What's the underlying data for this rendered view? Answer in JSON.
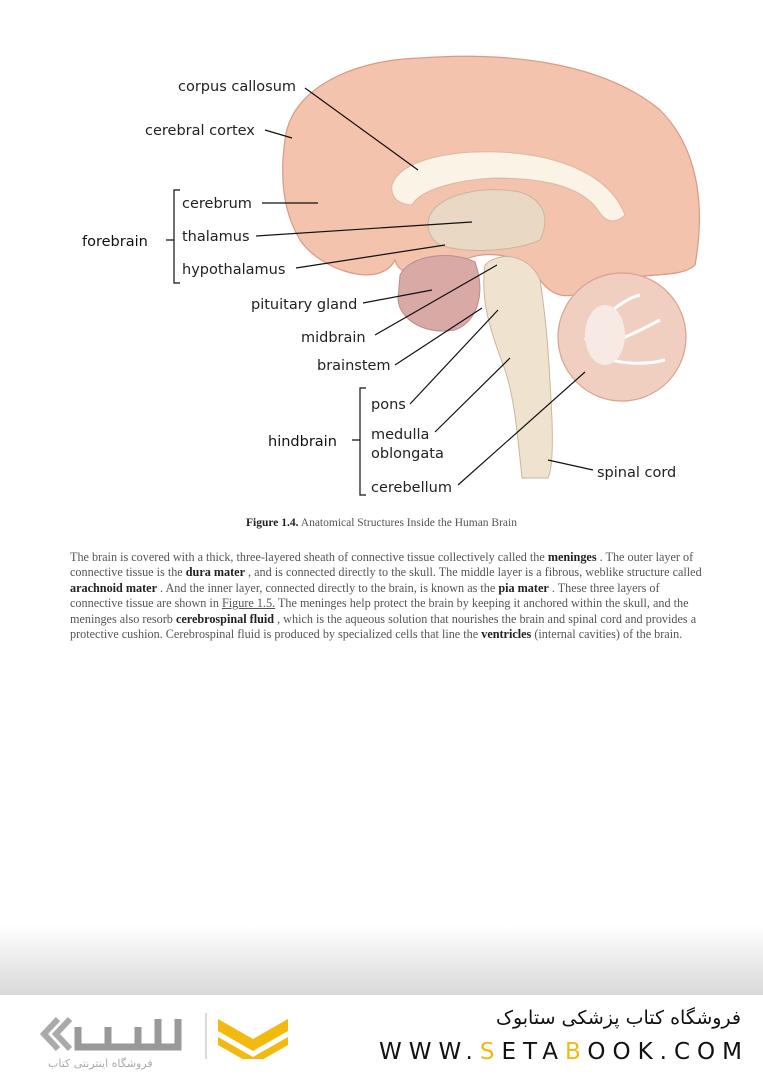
{
  "figure": {
    "labels": {
      "corpus_callosum": "corpus callosum",
      "cerebral_cortex": "cerebral cortex",
      "forebrain": "forebrain",
      "cerebrum": "cerebrum",
      "thalamus": "thalamus",
      "hypothalamus": "hypothalamus",
      "pituitary_gland": "pituitary gland",
      "midbrain": "midbrain",
      "brainstem": "brainstem",
      "hindbrain": "hindbrain",
      "pons": "pons",
      "medulla": "medulla",
      "oblongata": "oblongata",
      "cerebellum": "cerebellum",
      "spinal_cord": "spinal cord"
    },
    "colors": {
      "cortex": "#f3c3ad",
      "cerebellum": "#f0cfc0",
      "stem": "#efe3cf",
      "pituitary": "#d9a9a6"
    }
  },
  "caption": {
    "number": "Figure 1.4.",
    "text": "Anatomical Structures Inside the Human Brain"
  },
  "paragraph": {
    "t1": "The brain is covered with a thick, three-layered sheath of connective tissue collectively called the ",
    "b1": "meninges",
    "t2": " . The outer layer of connective tissue is the ",
    "b2": "dura mater",
    "t3": " , and is connected directly to the skull. The middle layer is a fibrous, weblike structure called ",
    "b3": "arachnoid mater",
    "t4": " . And the inner layer, connected directly to the brain, is known as the ",
    "b4": "pia mater",
    "t5": " . These three layers of connective tissue are shown in ",
    "link": "Figure 1.5.",
    "t6": " The meninges help protect the brain by keeping it anchored within the skull, and the meninges also resorb ",
    "b5": "cerebrospinal fluid",
    "t7": " , which is the aqueous solution that nourishes the brain and spinal cord and provides a protective cushion. Cerebrospinal fluid is produced by specialized cells that line the ",
    "b6": "ventricles",
    "t8": " (internal cavities) of the brain."
  },
  "footer": {
    "fa_title": "فروشگاه کتاب پزشکی ستابوک",
    "site_pre": "WWW.",
    "site_s": "S",
    "site_mid": "ETA",
    "site_b": "B",
    "site_post": "OOK.COM",
    "logo_sub": "فروشگاه اینترنتی کتاب",
    "accent": "#f2b90f"
  }
}
